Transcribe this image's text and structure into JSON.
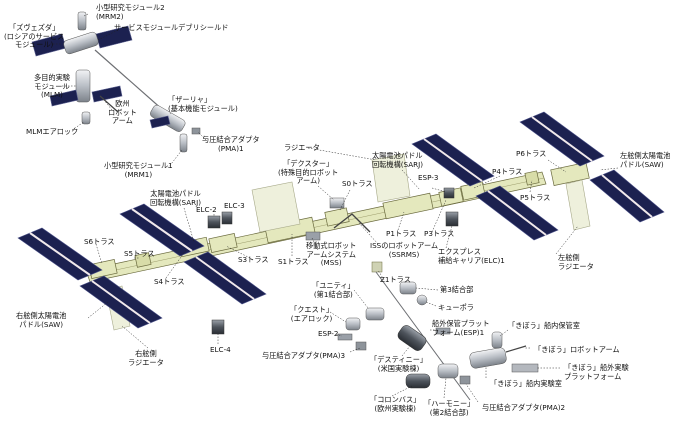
{
  "labels": {
    "mrm2": "小型研究モジュール2\n(MRM2)",
    "zvezda": "「ズヴェズダ」\n(ロシアのサービス\nモジュール)",
    "debris_shield": "サービスモジュールデブリシールド",
    "mlm": "多目的実験\nモジュール\n(MLM)",
    "era": "欧州\nロボット\nアーム",
    "zarya": "「ザーリャ」\n(基本機能モジュール)",
    "mlm_airlock": "MLMエアロック",
    "pma1": "与圧結合アダプタ\n(PMA)1",
    "mrm1": "小型研究モジュール1\n(MRM1)",
    "radiator_top": "ラジエータ",
    "dextre": "「デクスター」\n(特殊目的ロボット\nアーム)",
    "s0": "S0トラス",
    "sarj_right": "太陽電池パドル\n回転機構(SARJ)",
    "esp3": "ESP-3",
    "p6": "P6トラス",
    "port_saw": "左舷側太陽電池\nパドル(SAW)",
    "p4": "P4トラス",
    "p5": "P5トラス",
    "sarj_left": "太陽電池パドル\n回転機構(SARJ)",
    "elc3": "ELC-3",
    "elc2": "ELC-2",
    "p1": "P1トラス",
    "p3": "P3トラス",
    "s6": "S6トラス",
    "s5": "S5トラス",
    "s4": "S4トラス",
    "s3": "S3トラス",
    "s1": "S1トラス",
    "mss": "移動式ロボット\nアームシステム\n(MSS)",
    "ssrms": "ISSのロボットアーム\n(SSRMS)",
    "elc1": "エクスプレス\n補給キャリア(ELC)1",
    "port_radiator": "左舷側\nラジエータ",
    "z1": "Z1トラス",
    "unity": "「ユニティ」\n(第1結合部)",
    "node3": "第3結合部",
    "cupola": "キューポラ",
    "quest": "「クエスト」\n(エアロック)",
    "esp2": "ESP-2",
    "esp1": "船外保管プラット\nフォーム(ESP)1",
    "kibo_elm": "「きぼう」船内保管室",
    "pma3": "与圧結合アダプタ(PMA)3",
    "kibo_arm": "「きぼう」ロボットアーム",
    "destiny": "「デスティニー」\n(米国実験棟)",
    "kibo_ef": "「きぼう」船外実験\nプラットフォーム",
    "kibo_pm": "「きぼう」船内実験室",
    "columbus": "「コロンバス」\n(欧州実験棟)",
    "harmony": "「ハーモニー」\n(第2結合部)",
    "pma2": "与圧結合アダプタ(PMA)2",
    "starboard_saw": "右舷側太陽電池\nパドル(SAW)",
    "starboard_radiator": "右舷側\nラジエータ",
    "elc4": "ELC-4"
  },
  "colors": {
    "solar_panel": "#1c2150",
    "solar_stripe": "#f1e9ec",
    "truss": "#e4e8bd",
    "truss_edge": "#6a6a3e",
    "radiator": "#eef0dc",
    "module": "#bfc3c8",
    "module_dark": "#5e646c",
    "leader": "#222222"
  }
}
